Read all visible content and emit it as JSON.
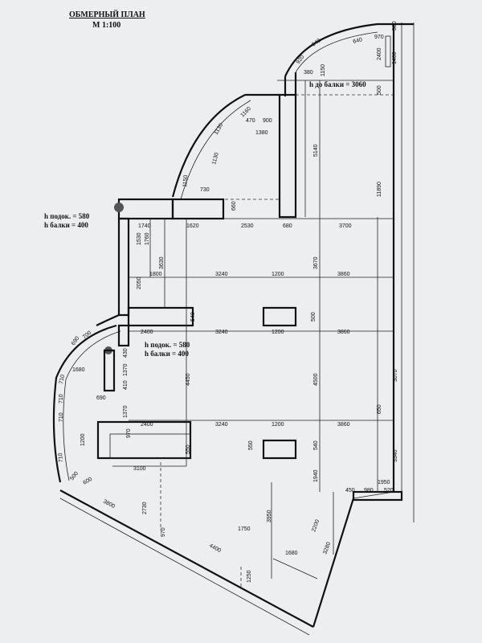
{
  "plan": {
    "title": "ОБМЕРНЫЙ ПЛАН",
    "scale": "М 1:100",
    "notes": {
      "sill_top": "h подок. = 580",
      "beam_top": "h балки = 400",
      "sill_mid": "h подок. = 580",
      "beam_mid": "h балки = 400",
      "beam_balcony": "h до балки = 3060"
    },
    "dims": {
      "d500a": "500",
      "d970": "970",
      "d640a": "640",
      "d640b": "640",
      "d920": "920",
      "d2400": "2400",
      "d1400": "1400",
      "d1150": "1150",
      "d380": "380",
      "d500b": "500",
      "d11890": "11890",
      "d5140": "5140",
      "d900": "900",
      "d470": "470",
      "d1380": "1380",
      "d1130a": "1130",
      "d1130b": "1130",
      "d1160": "1160",
      "d1150b": "1150",
      "d730": "730",
      "d660": "660",
      "d1740": "1740",
      "d1620": "1620",
      "d2530": "2530",
      "d680": "680",
      "d3700": "3700",
      "d1530": "1530",
      "d1760": "1760",
      "d3630": "3630",
      "d3670": "3670",
      "d2050": "2050",
      "d1800": "1800",
      "d3240a": "3240",
      "d1200a": "1200",
      "d3860a": "3860",
      "d540a": "540",
      "d500c": "500",
      "d2400a": "2400",
      "d3240b": "3240",
      "d1200b": "1200",
      "d3860b": "3860",
      "d3070": "3070",
      "d700": "700",
      "d690": "690",
      "d430": "430",
      "d1370a": "1370",
      "d4450": "4450",
      "d4500": "4500",
      "d1680": "1680",
      "d410": "410",
      "d710a": "710",
      "d710b": "710",
      "d710c": "710",
      "d710d": "710",
      "d690b": "690",
      "d1370b": "1370",
      "d2400b": "2400",
      "d3240c": "3240",
      "d1200c": "1200",
      "d3860c": "3860",
      "d1200": "1200",
      "d970b": "970",
      "d550a": "550",
      "d550b": "550",
      "d540b": "540",
      "d650": "650",
      "d3340": "3340",
      "d3100": "3100",
      "d500d": "500",
      "d600": "600",
      "d1940": "1940",
      "d1950": "1950",
      "d450": "450",
      "d980": "980",
      "d520": "520",
      "d2730": "2730",
      "d3800": "3800",
      "d3950": "3950",
      "d2200": "2200",
      "d1750": "1750",
      "d3280": "3280",
      "d4400": "4400",
      "d1680b": "1680",
      "d1250": "1250",
      "d970c": "970"
    }
  }
}
